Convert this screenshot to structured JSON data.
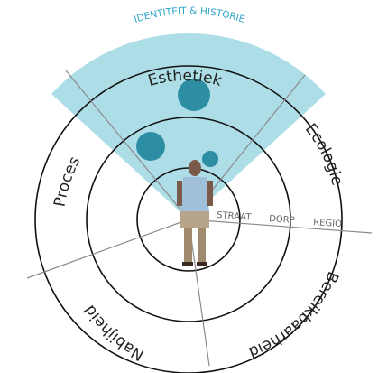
{
  "diagram": {
    "arc_title": "IDENTITEIT & HISTORIE",
    "segments": [
      {
        "key": "esthetiek",
        "label": "Esthetiek"
      },
      {
        "key": "ecologie",
        "label": "Ecologie"
      },
      {
        "key": "bereikbaarheid",
        "label": "Bereikbaarheid"
      },
      {
        "key": "nabijheid",
        "label": "Nabijheid"
      },
      {
        "key": "proces",
        "label": "Proces"
      }
    ],
    "scale_rings": [
      {
        "key": "straat",
        "label": "STRAAT"
      },
      {
        "key": "dorp",
        "label": "DORP"
      },
      {
        "key": "regio",
        "label": "REGIO"
      }
    ],
    "colors": {
      "highlight_sector": "#a9dce6",
      "bubble": "#2d8ea3",
      "ring_stroke": "#111111",
      "divider": "#8a8a8a",
      "arc_label": "#2ea5c8"
    }
  }
}
